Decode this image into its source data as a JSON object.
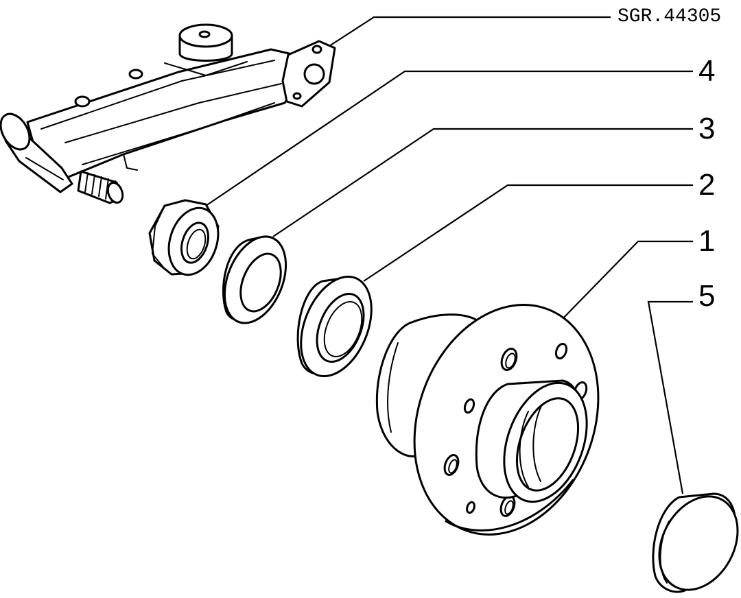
{
  "diagram": {
    "reference_code": "SGR.44305",
    "callouts": [
      {
        "id": "4",
        "label": "4"
      },
      {
        "id": "3",
        "label": "3"
      },
      {
        "id": "2",
        "label": "2"
      },
      {
        "id": "1",
        "label": "1"
      },
      {
        "id": "5",
        "label": "5"
      }
    ]
  }
}
